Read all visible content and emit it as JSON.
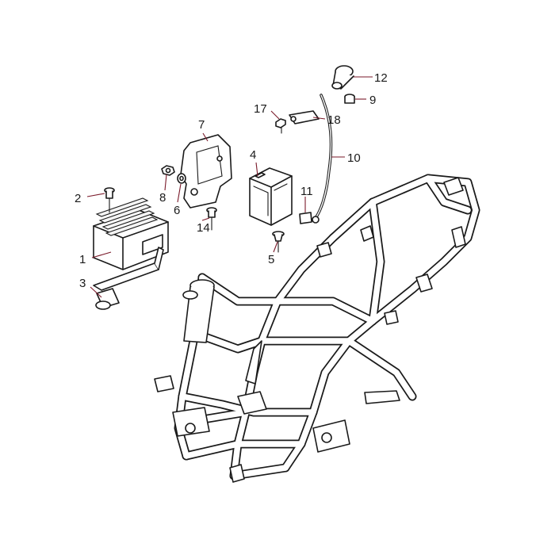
{
  "diagram": {
    "colors": {
      "line": "#1a1a1a",
      "leader": "#7a1a2a",
      "background": "#ffffff"
    },
    "callouts": [
      {
        "id": "c1",
        "label": "1"
      },
      {
        "id": "c2",
        "label": "2"
      },
      {
        "id": "c3",
        "label": "3"
      },
      {
        "id": "c4",
        "label": "4"
      },
      {
        "id": "c5",
        "label": "5"
      },
      {
        "id": "c6",
        "label": "6"
      },
      {
        "id": "c7",
        "label": "7"
      },
      {
        "id": "c8",
        "label": "8"
      },
      {
        "id": "c9",
        "label": "9"
      },
      {
        "id": "c10",
        "label": "10"
      },
      {
        "id": "c11",
        "label": "11"
      },
      {
        "id": "c12",
        "label": "12"
      },
      {
        "id": "c14",
        "label": "14"
      },
      {
        "id": "c17",
        "label": "17"
      },
      {
        "id": "c18",
        "label": "18"
      }
    ]
  }
}
